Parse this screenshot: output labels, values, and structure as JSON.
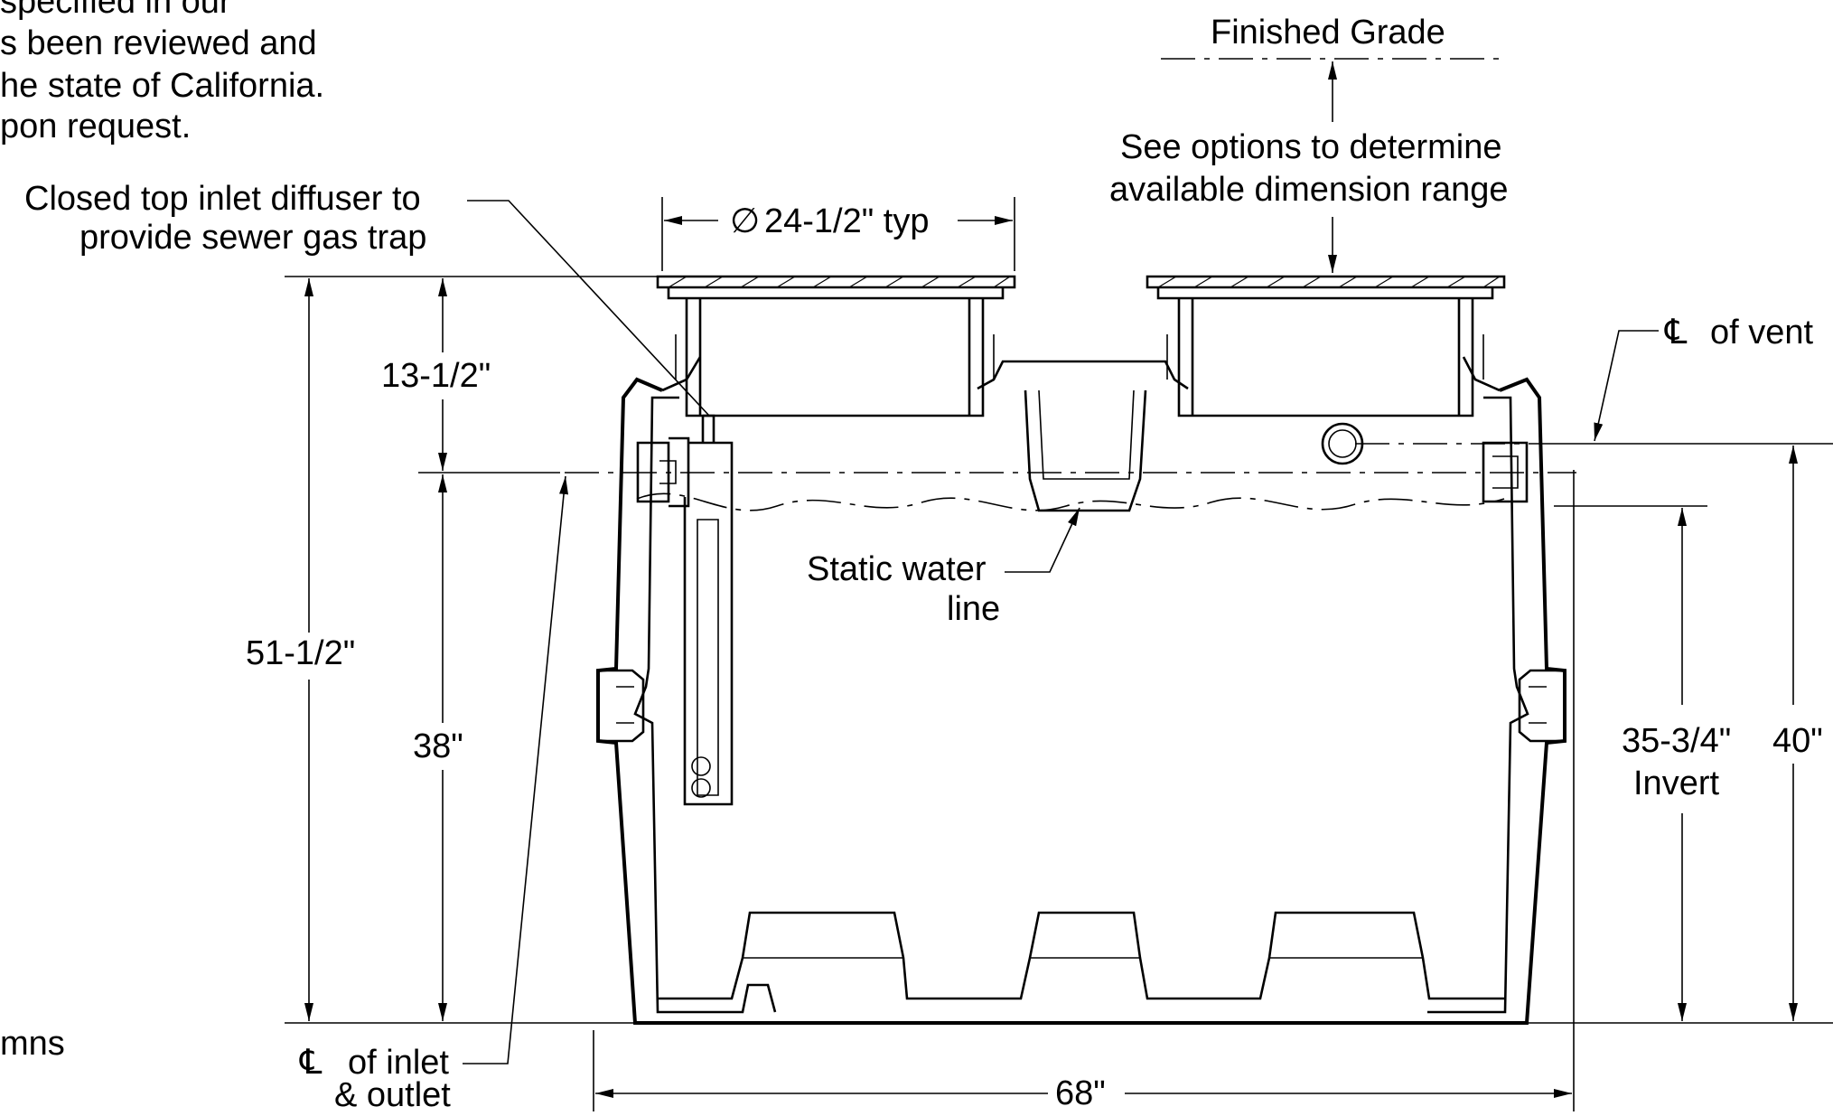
{
  "notes": {
    "line1": "specified in our",
    "line2": "s been reviewed and",
    "line3": "he state of California.",
    "line4": "pon request.",
    "bottom_left": "mns"
  },
  "labels": {
    "finished_grade": "Finished Grade",
    "options_line1": "See options to determine",
    "options_line2": "available dimension range",
    "diffuser_line1": "Closed top inlet diffuser to",
    "diffuser_line2": "provide sewer gas trap",
    "cl_vent": "of vent",
    "static_water_line1": "Static water",
    "static_water_line2": "line",
    "cl_inlet_line1": "of inlet",
    "cl_inlet_line2": "& outlet",
    "invert": "Invert",
    "centerline_symbol": "℄",
    "diameter_symbol": "∅"
  },
  "dimensions": {
    "lid_diameter": "24-1/2\" typ",
    "top_to_inlet": "13-1/2\"",
    "overall_height": "51-1/2\"",
    "inlet_height": "38\"",
    "outlet_height": "35-3/4\"",
    "vent_height": "40\"",
    "overall_width": "68\""
  }
}
